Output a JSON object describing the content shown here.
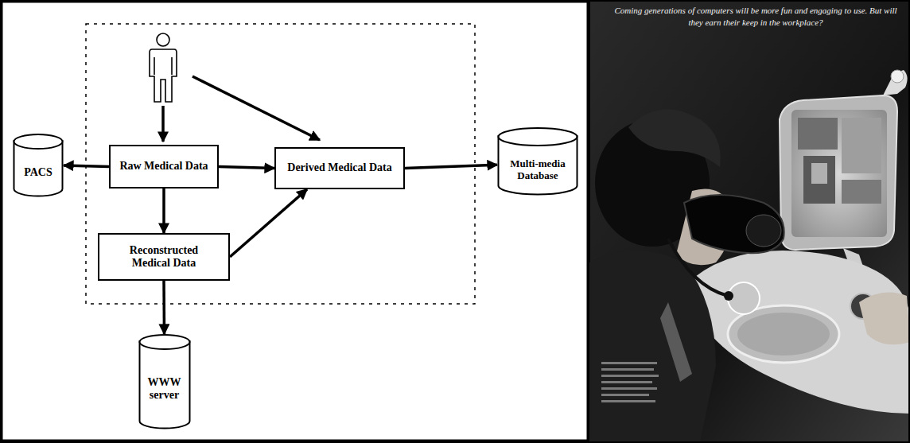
{
  "diagram": {
    "nodes": [
      {
        "text": [
          "PACS"
        ]
      },
      {
        "text": [
          "Raw Medical Data"
        ]
      },
      {
        "text": [
          "Derived Medical Data"
        ]
      },
      {
        "text": [
          "Multi-media Database"
        ]
      },
      {
        "text": [
          "Reconstructed Medical Data"
        ]
      },
      {
        "text": [
          "WWW server"
        ]
      }
    ],
    "edges": [
      {
        "from": 1,
        "to": 0,
        "arrow": "to"
      },
      {
        "from": 1,
        "to": 2,
        "arrow": "to"
      },
      {
        "from": 2,
        "to": 3,
        "arrow": "to"
      },
      {
        "from": 1,
        "to": 4,
        "arrow": "to"
      },
      {
        "from": 4,
        "to": 2,
        "arrow": "to"
      },
      {
        "from": 4,
        "to": 5,
        "arrow": "to"
      }
    ],
    "labels": [
      "Coming generations of computers will be more fun and engaging to use. But will they earn their keep in the workplace?"
    ]
  }
}
